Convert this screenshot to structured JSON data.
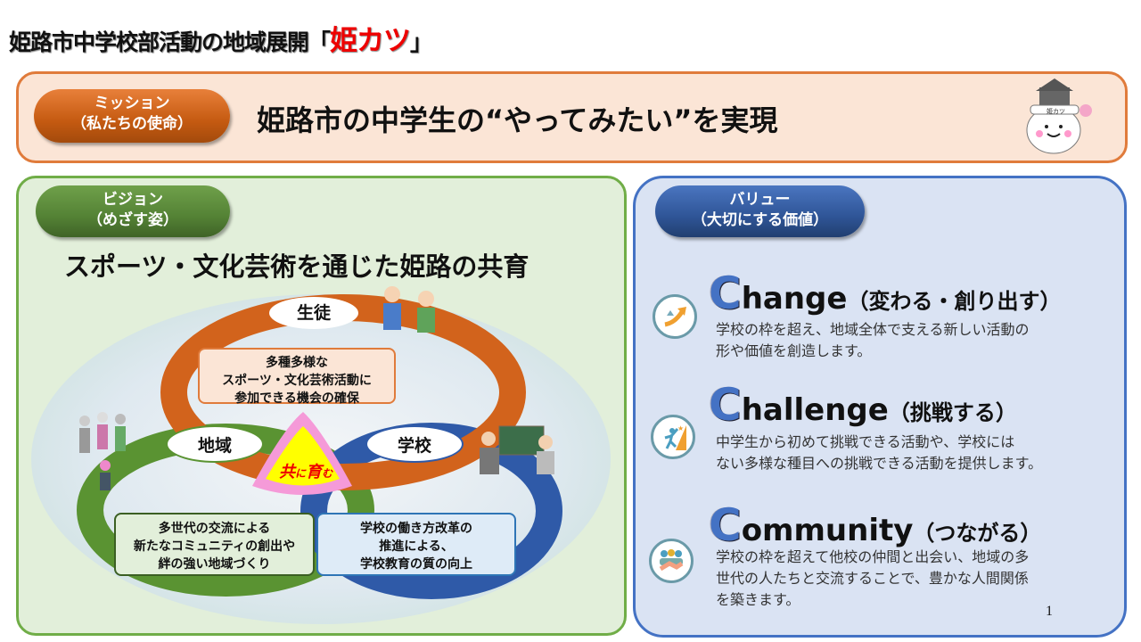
{
  "title": {
    "prefix": "姫路市中学校部活動の地域展開「",
    "brand": "姫カツ",
    "suffix": "」"
  },
  "mission": {
    "pill_line1": "ミッション",
    "pill_line2": "（私たちの使命）",
    "text": "姫路市の中学生の“やってみたい”を実現",
    "mascot_label": "姫カツ"
  },
  "vision": {
    "pill_line1": "ビジョン",
    "pill_line2": "（めざす姿）",
    "title": "スポーツ・文化芸術を通じた姫路の共育",
    "labels": {
      "students": "生徒",
      "community": "地域",
      "school": "学校"
    },
    "center": {
      "a": "共",
      "b": "に",
      "c": "育",
      "d": "む"
    },
    "boxes": {
      "students": [
        "多種多様な",
        "スポーツ・文化芸術活動に",
        "参加できる機会の確保"
      ],
      "community": [
        "多世代の交流による",
        "新たなコミュニティの創出や",
        "絆の強い地域づくり"
      ],
      "school": [
        "学校の働き方改革の",
        "推進による、",
        "学校教育の質の向上"
      ]
    },
    "colors": {
      "orange": "#d2631c",
      "green": "#5a9332",
      "blue": "#2f5aa8"
    }
  },
  "value": {
    "pill_line1": "バリュー",
    "pill_line2": "（大切にする価値）",
    "items": [
      {
        "initial": "C",
        "rest": "hange",
        "jp": "（変わる・創り出す）",
        "desc": [
          "学校の枠を超え、地域全体で支える新しい活動の",
          "形や価値を創造します。"
        ],
        "icon": "growth-arrow-icon"
      },
      {
        "initial": "C",
        "rest": "hallenge",
        "jp": "（挑戦する）",
        "desc": [
          "中学生から初めて挑戦できる活動や、学校には",
          "ない多様な種目への挑戦できる活動を提供します。"
        ],
        "icon": "climber-icon"
      },
      {
        "initial": "C",
        "rest": "ommunity",
        "jp": "（つながる）",
        "desc": [
          "学校の枠を超えて他校の仲間と出会い、地域の多",
          "世代の人たちと交流することで、豊かな人間関係",
          "を築きます。"
        ],
        "icon": "handshake-icon"
      }
    ]
  },
  "page_number": "1"
}
